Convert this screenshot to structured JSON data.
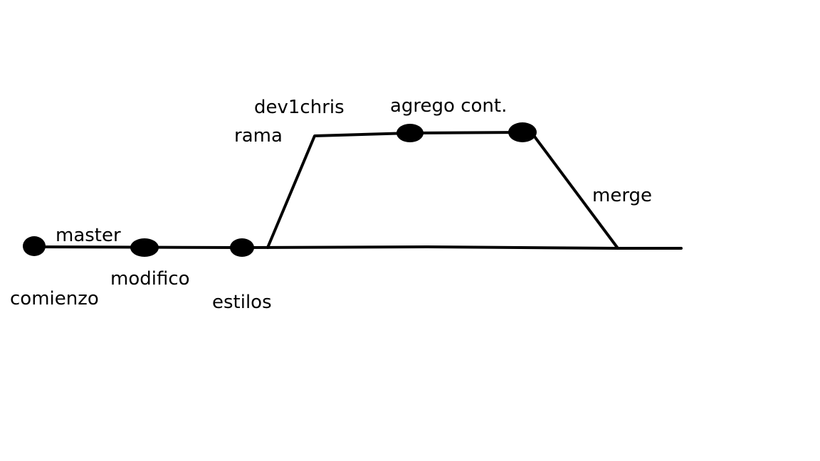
{
  "diagram": {
    "line_color": "#000000",
    "node_color": "#000000",
    "background_color": "#ffffff"
  },
  "labels": {
    "master": "master",
    "comienzo": "comienzo",
    "modifico": "modifico",
    "estilos": "estilos",
    "branch_name": "dev1chris",
    "rama": "rama",
    "agrego": "agrego cont.",
    "merge": "merge"
  }
}
